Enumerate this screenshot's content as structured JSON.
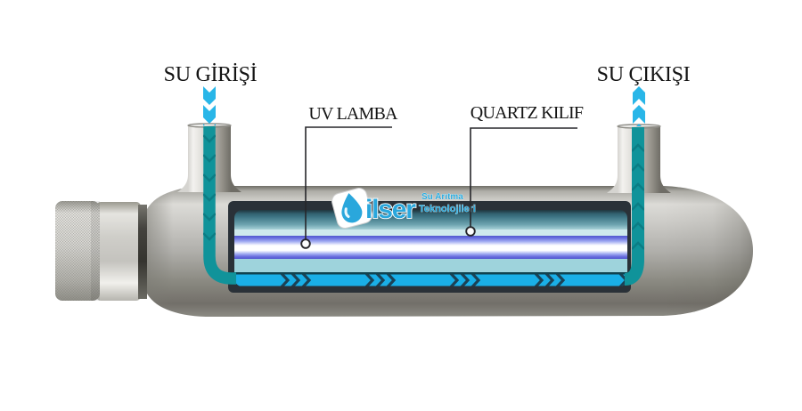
{
  "diagram": {
    "title": "UV water sterilizer cutaway diagram",
    "type": "annotated-product-diagram"
  },
  "labels": {
    "water_inlet": "SU GİRİŞİ",
    "water_outlet": "SU ÇIKIŞI",
    "uv_lamp": "UV LAMBA",
    "quartz_sleeve": "QUARTZ KILIF"
  },
  "logo": {
    "brand": "ilser",
    "tagline_line1": "Su Arıtma",
    "tagline_line2": "Teknolojileri",
    "brand_color": "#2aa7dc",
    "drop_icon": "water-drop"
  },
  "colors": {
    "flow_arrow_bright": "#29b6e8",
    "flow_path_teal": "#0f949b",
    "uv_lamp_glow": "#ffffff",
    "uv_lamp_blue": "#6b70e2",
    "quartz_band": "#a9dae5",
    "label_text": "#141414",
    "steel_light": "#dddcd8",
    "steel_dark": "#7d7c75"
  }
}
